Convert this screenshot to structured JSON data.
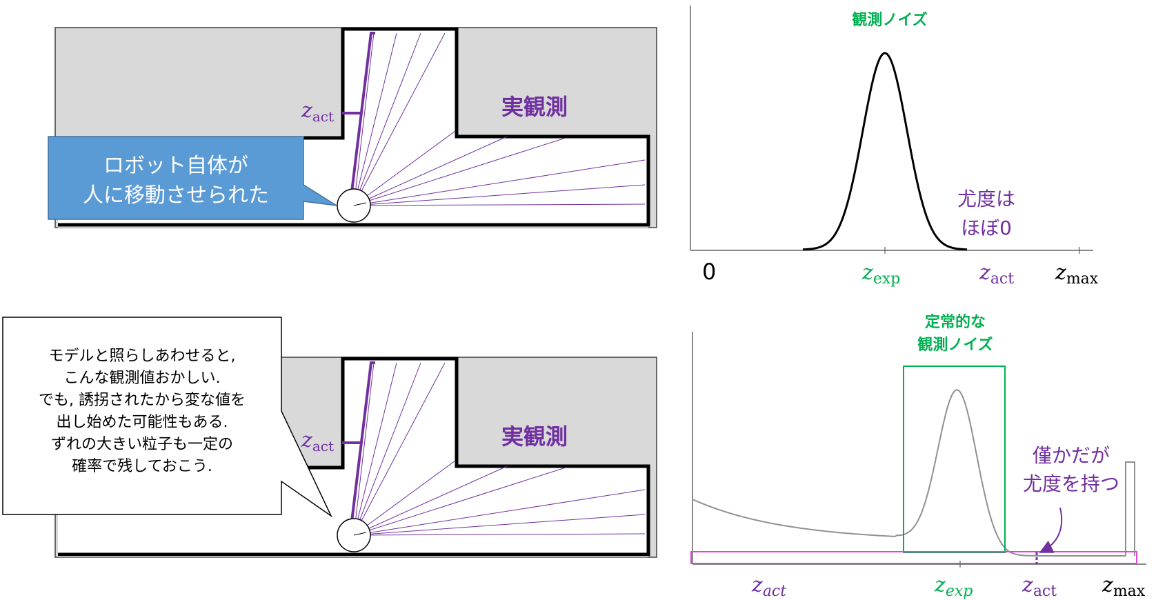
{
  "colors": {
    "purple": "#7030a0",
    "green": "#00b050",
    "magenta": "#e040e0",
    "callout_blue": "#5b9bd5",
    "wall_gray": "#d9d9d9"
  },
  "top_map": {
    "label_z": "z",
    "label_sub": "act",
    "label_real": "実観測",
    "callout_line1": "ロボット自体が",
    "callout_line2": "人に移動させられた"
  },
  "top_plot": {
    "noise_label": "観測ノイズ",
    "likelihood_line1": "尤度は",
    "likelihood_line2": "ほぼ0",
    "axis_zero": "0",
    "z_exp_main": "z",
    "z_exp_sub": "exp",
    "z_act_main": "z",
    "z_act_sub": "act",
    "z_max_main": "z",
    "z_max_sub": "max"
  },
  "bottom_map": {
    "label_z": "z",
    "label_sub": "act",
    "label_real": "実観測",
    "callout_lines": [
      "モデルと照らしあわせると,",
      "こんな観測値おかしい.",
      "でも, 誘拐されたから変な値を",
      "出し始めた可能性もある.",
      "ずれの大きい粒子も一定の",
      "確率で残しておこう."
    ]
  },
  "bottom_plot": {
    "steady_line1": "定常的な",
    "steady_line2": "観測ノイズ",
    "small_line1": "僅かだが",
    "small_line2": "尤度を持つ",
    "z_act_italic_main": "z",
    "z_act_italic_sub": "act",
    "z_exp_main": "z",
    "z_exp_sub": "exp",
    "z_act_main": "z",
    "z_act_sub": "act",
    "z_max_main": "z",
    "z_max_sub": "max"
  }
}
